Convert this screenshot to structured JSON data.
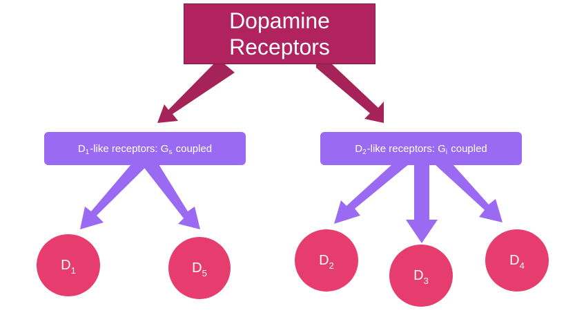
{
  "title": {
    "line1": "Dopamine",
    "line2": "Receptors"
  },
  "groups": [
    {
      "id": "D1-like",
      "prefix_main": "D",
      "prefix_sub": "1",
      "middle": "-like receptors: G",
      "g_sub": "s",
      "suffix": " coupled"
    },
    {
      "id": "D2-like",
      "prefix_main": "D",
      "prefix_sub": "2",
      "middle": "-like receptors: G",
      "g_sub": "i",
      "suffix": " coupled"
    }
  ],
  "receptors": [
    {
      "main": "D",
      "sub": "1",
      "group": "D1-like"
    },
    {
      "main": "D",
      "sub": "5",
      "group": "D1-like"
    },
    {
      "main": "D",
      "sub": "2",
      "group": "D2-like"
    },
    {
      "main": "D",
      "sub": "3",
      "group": "D2-like"
    },
    {
      "main": "D",
      "sub": "4",
      "group": "D2-like"
    }
  ],
  "colors": {
    "title_fill": "#b0235f",
    "title_arrows": "#a6235a",
    "group_fill": "#9a6bf2",
    "node_fill": "#e63c6e",
    "text": "#ffffff"
  }
}
